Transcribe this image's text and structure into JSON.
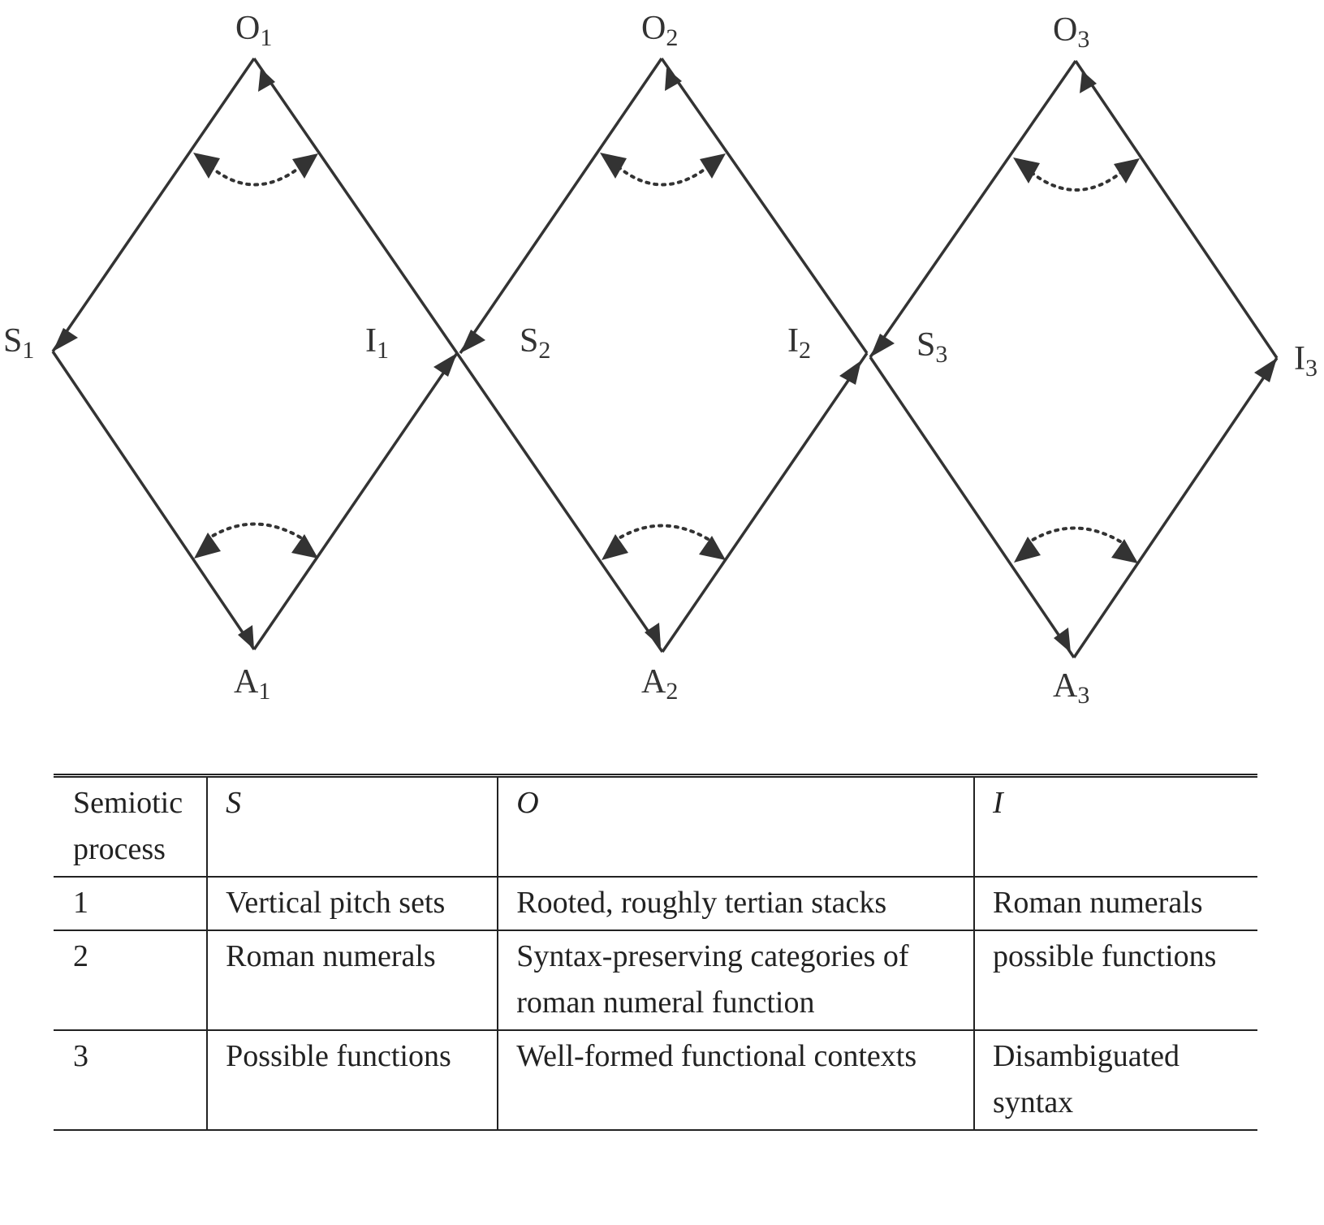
{
  "diagram": {
    "processes": [
      {
        "id": 1,
        "labels": [
          {
            "letter": "O",
            "sub": "1"
          },
          {
            "letter": "S",
            "sub": "1"
          },
          {
            "letter": "I",
            "sub": "1"
          },
          {
            "letter": "A",
            "sub": "1"
          }
        ]
      },
      {
        "id": 2,
        "labels": [
          {
            "letter": "O",
            "sub": "2"
          },
          {
            "letter": "S",
            "sub": "2"
          },
          {
            "letter": "I",
            "sub": "2"
          },
          {
            "letter": "A",
            "sub": "2"
          }
        ]
      },
      {
        "id": 3,
        "labels": [
          {
            "letter": "O",
            "sub": "3"
          },
          {
            "letter": "S",
            "sub": "3"
          },
          {
            "letter": "I",
            "sub": "3"
          },
          {
            "letter": "A",
            "sub": "3"
          }
        ]
      }
    ],
    "line_color": "#333333"
  },
  "table": {
    "headers": {
      "process": "Semiotic process",
      "s": "S",
      "o": "O",
      "i": "I"
    },
    "rows": [
      {
        "process": "1",
        "s": "Vertical pitch sets",
        "o": "Rooted, roughly tertian stacks",
        "i": "Roman numerals"
      },
      {
        "process": "2",
        "s": "Roman numerals",
        "o": "Syntax-preserving categories of roman numeral function",
        "i": "possible functions"
      },
      {
        "process": "3",
        "s": "Possible functions",
        "o": "Well-formed functional contexts",
        "i": "Disambiguated syntax"
      }
    ]
  }
}
